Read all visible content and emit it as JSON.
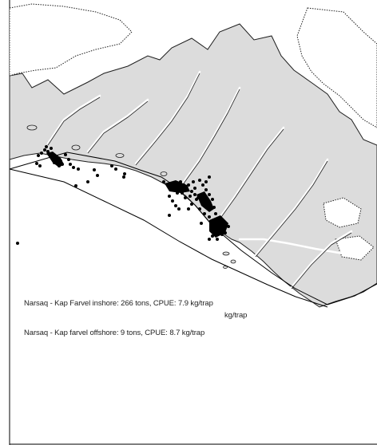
{
  "map": {
    "colors": {
      "land": "#dcdcdc",
      "coastline": "#1e1e1e",
      "sea": "#ffffff",
      "ice": "#ffffff",
      "catch_points": "#000000",
      "frame": "#000000"
    },
    "layers": [
      "land",
      "inland-ice",
      "shelf-boundary",
      "catch-positions"
    ],
    "captions": {
      "inshore": "Narsaq - Kap Farvel inshore: 266 tons, CPUE: 7.9 kg/trap",
      "inshore_unit": "kg/trap",
      "offshore": "Narsaq - Kap farvel offshore: 9 tons, CPUE: 8.7 kg/trap"
    }
  }
}
